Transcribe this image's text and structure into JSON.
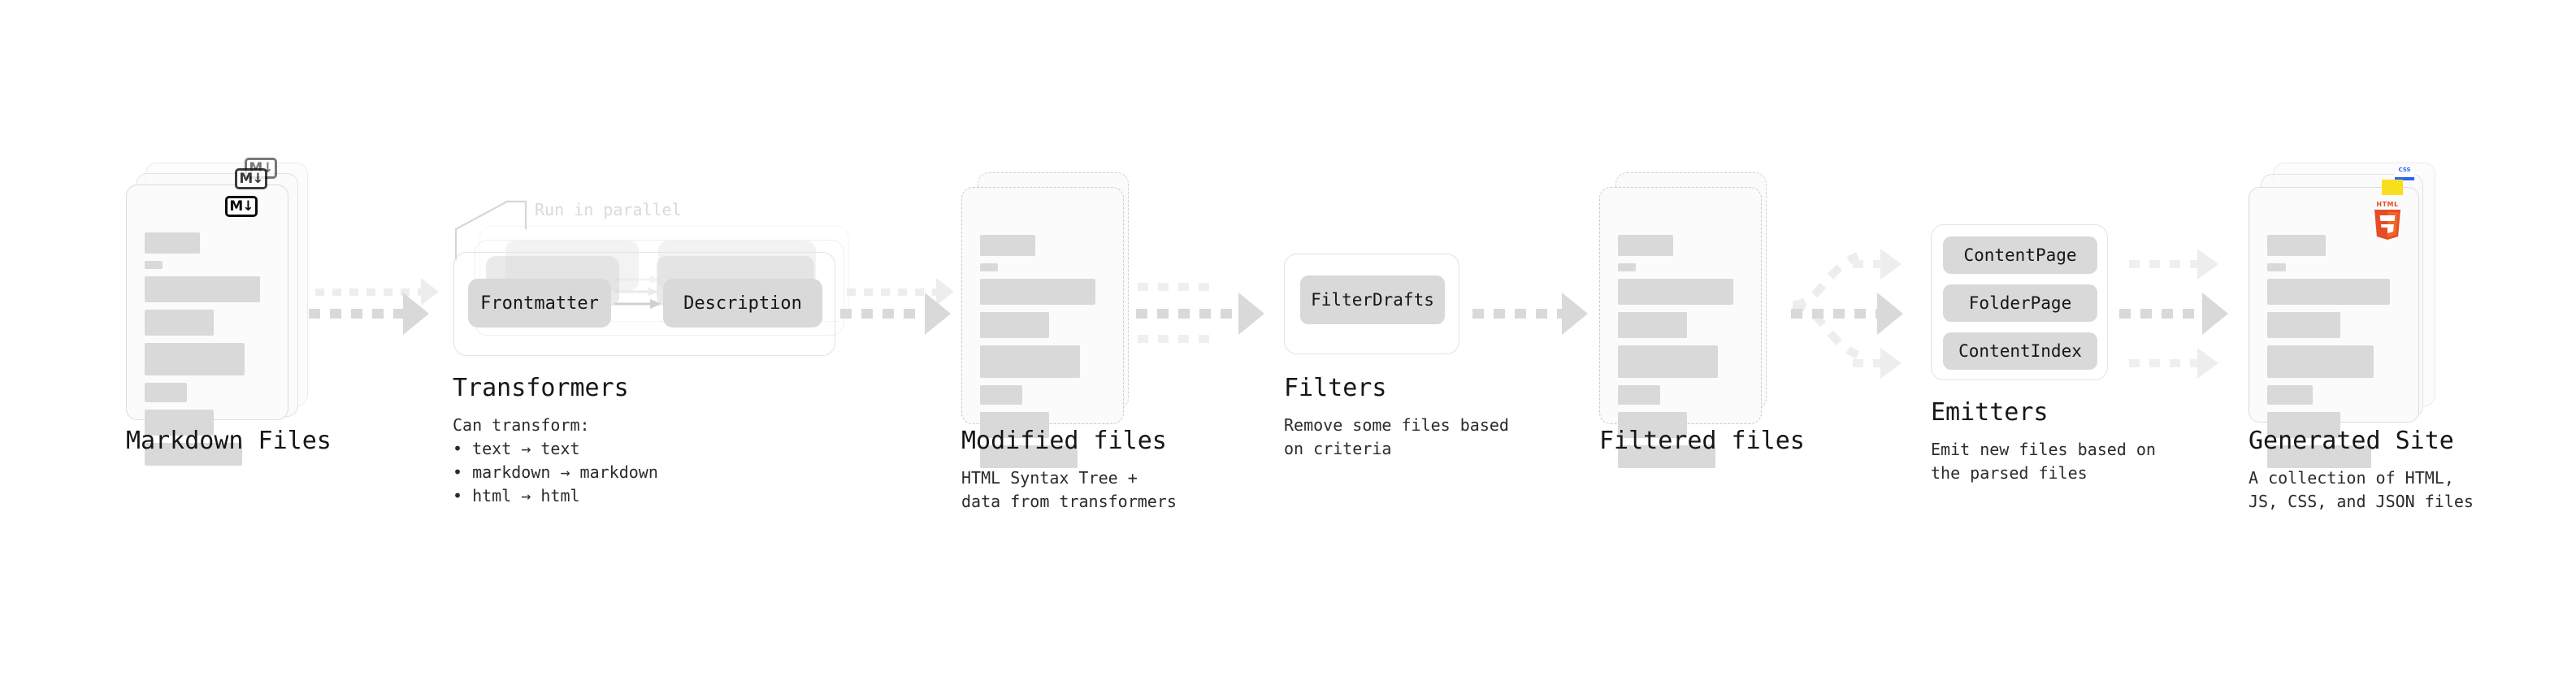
{
  "diagram": {
    "title": "Quartz build pipeline",
    "colors": {
      "background": "#ffffff",
      "card_fill": "#fbfbfb",
      "card_border": "#dcdcdc",
      "placeholder_line": "#d9d9d9",
      "chip_fill": "#d9d9d9",
      "arrow": "#d9d9d9",
      "arrow_faded": "#ededed",
      "text": "#161618",
      "muted_text": "#dadada",
      "html5_orange": "#e44d26",
      "html5_shield": "#f16529",
      "css_blue": "#2965f1",
      "js_yellow": "#f7df1e"
    },
    "stages": [
      {
        "id": "markdown-files",
        "title": "Markdown Files",
        "subtitle": "",
        "badge": "markdown-badge",
        "badge_label": "M",
        "card_count": 3,
        "style": "solid"
      },
      {
        "id": "transformers",
        "title": "Transformers",
        "subtitle": "Can transform:\n • text → text\n • markdown → markdown\n • html → html",
        "annotation": "Run in parallel",
        "layer_count": 3,
        "chips": [
          "Frontmatter",
          "Description"
        ]
      },
      {
        "id": "modified-files",
        "title": "Modified files",
        "subtitle": "HTML Syntax Tree +\ndata from transformers",
        "card_count": 2,
        "style": "dashed"
      },
      {
        "id": "filters",
        "title": "Filters",
        "subtitle": "Remove some files based\non criteria",
        "chips": [
          "FilterDrafts"
        ]
      },
      {
        "id": "filtered-files",
        "title": "Filtered files",
        "subtitle": "",
        "card_count": 2,
        "style": "dashed"
      },
      {
        "id": "emitters",
        "title": "Emitters",
        "subtitle": "Emit new files based on\nthe parsed files",
        "chips": [
          "ContentPage",
          "FolderPage",
          "ContentIndex"
        ]
      },
      {
        "id": "generated-site",
        "title": "Generated Site",
        "subtitle": "A collection of HTML,\nJS, CSS, and JSON files",
        "badges": [
          "css-badge",
          "js-badge",
          "html5-badge"
        ],
        "badge_labels": {
          "css": "CSS",
          "html5": "HTML",
          "html5_digit": "5"
        },
        "card_count": 3,
        "style": "solid"
      }
    ],
    "connectors": [
      {
        "id": "md-to-transformers",
        "kind": "dashed-arrow",
        "fanned": true
      },
      {
        "id": "transformers-to-modified",
        "kind": "dashed-arrow",
        "fanned": true
      },
      {
        "id": "modified-to-filters",
        "kind": "dashed-arrow",
        "fanned": false
      },
      {
        "id": "filters-to-filtered",
        "kind": "dashed-arrow",
        "fanned": false
      },
      {
        "id": "filtered-to-emitters",
        "kind": "dashed-arrow-fanout",
        "branches": 3
      },
      {
        "id": "emitters-to-site",
        "kind": "dashed-arrow-parallel",
        "branches": 3
      }
    ],
    "doc_line_widths": [
      {
        "w": "44%",
        "h": 26
      },
      {
        "w": "14%",
        "h": 10
      },
      {
        "w": "92%",
        "h": 34
      },
      {
        "w": "55%",
        "h": 34
      },
      {
        "w": "80%",
        "h": 42
      },
      {
        "w": "34%",
        "h": 26
      },
      {
        "w": "55%",
        "h": 34
      },
      {
        "w": "78%",
        "h": 30
      }
    ]
  }
}
